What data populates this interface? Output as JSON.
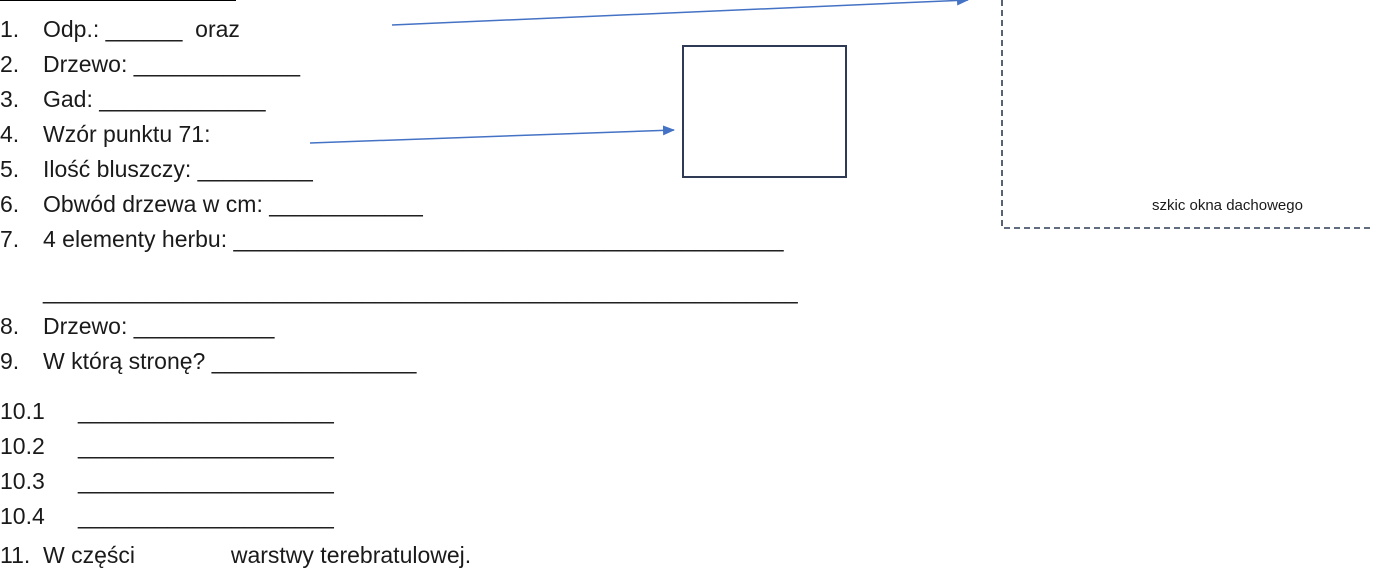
{
  "questions": [
    {
      "num": "1.",
      "text": "Odp.: ______  oraz"
    },
    {
      "num": "2.",
      "text": "Drzewo: _____________"
    },
    {
      "num": "3.",
      "text": "Gad: _____________"
    },
    {
      "num": "4.",
      "text": "Wzór punktu 71:"
    },
    {
      "num": "5.",
      "text": "Ilość bluszczy: _________"
    },
    {
      "num": "6.",
      "text": "Obwód drzewa w cm: ____________"
    },
    {
      "num": "7.",
      "text": "4 elementy herbu: ___________________________________________"
    },
    {
      "num": "",
      "text": "___________________________________________________________"
    },
    {
      "num": "8.",
      "text": "Drzewo: ___________"
    },
    {
      "num": "9.",
      "text": "W którą stronę? ________________"
    },
    {
      "num": "10.1",
      "text": "____________________"
    },
    {
      "num": "10.2",
      "text": "____________________"
    },
    {
      "num": "10.3",
      "text": "____________________"
    },
    {
      "num": "10.4",
      "text": "____________________"
    },
    {
      "num": "11.",
      "text": "W części               warstwy terebratulowej."
    }
  ],
  "sketch_box": {
    "label": "szkic okna dachowego"
  },
  "colors": {
    "arrow": "#4472c4",
    "box_border": "#2f3b55",
    "text": "#1a1a1a"
  }
}
